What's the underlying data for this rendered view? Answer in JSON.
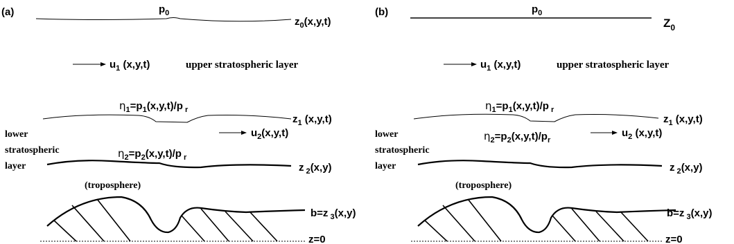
{
  "panels": [
    {
      "tag": "(a)",
      "top_pressure": "p",
      "top_pressure_sub": "0",
      "top_surface": {
        "main": "z",
        "sub": "0",
        "args": "(x,y,t)"
      },
      "u1": {
        "main": "u",
        "sub": "1",
        "args": " (x,y,t)"
      },
      "upper_layer": "upper stratospheric layer",
      "eta1": {
        "greek": "η",
        "sub1": "1",
        "eq": "=p",
        "sub2": "1",
        "mid": "(x,y,t)/p",
        "sub3": " r"
      },
      "z1": {
        "main": "z",
        "sub": "1",
        "args": " (x,y,t)"
      },
      "u2": {
        "main": "u",
        "sub": "2",
        "args": "(x,y,t)"
      },
      "lower_layer": [
        "lower",
        "stratospheric",
        "layer"
      ],
      "eta2": {
        "greek": "η",
        "sub1": "2",
        "eq": "=p",
        "sub2": "2",
        "mid": "(x,y,t)/p",
        "sub3": " r"
      },
      "z2": {
        "main": "z",
        "sub": " 2",
        "args": "(x,y)"
      },
      "troposphere": "(troposphere)",
      "bottom": {
        "main": "b=z",
        "sub": " 3",
        "args": "(x,y)"
      },
      "ground": "z=0"
    },
    {
      "tag": "(b)",
      "top_pressure": "p",
      "top_pressure_sub": "0",
      "top_surface": {
        "main": "Z",
        "sub": "0",
        "args": ""
      },
      "u1": {
        "main": "u",
        "sub": "1",
        "args": " (x,y,t)"
      },
      "upper_layer": "upper stratospheric layer",
      "eta1": {
        "greek": "η",
        "sub1": "1",
        "eq": "=p",
        "sub2": "1",
        "mid": "(x,y,t)/p",
        "sub3": " r"
      },
      "z1": {
        "main": "z",
        "sub": "1",
        "args": " (x,y,t)"
      },
      "u2": {
        "main": "u",
        "sub": "2",
        "args": " (x,y,t)"
      },
      "lower_layer": [
        "lower",
        "stratospheric",
        "layer"
      ],
      "eta2": {
        "greek": "η",
        "sub1": "2",
        "eq": "=p",
        "sub2": "2",
        "mid": "(x,y,t)/p",
        "sub3": "r"
      },
      "z2": {
        "main": "z",
        "sub": " 2",
        "args": "(x,y)"
      },
      "troposphere": "(troposphere)",
      "bottom": {
        "main": "b=z",
        "sub": " 3",
        "args": "(x,y)"
      },
      "ground": "z=0"
    }
  ]
}
